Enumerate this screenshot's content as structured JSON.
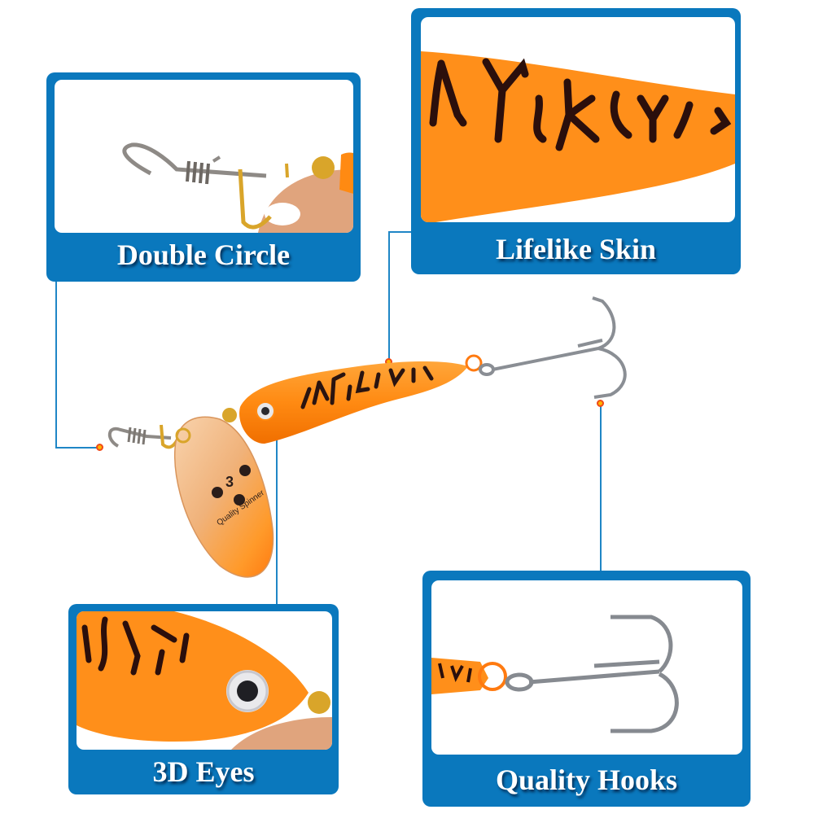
{
  "panels": {
    "double_circle": {
      "label": "Double Circle",
      "feature": "snap swivel with double-circle clip"
    },
    "lifelike_skin": {
      "label": "Lifelike Skin",
      "feature": "orange body with black tiger stripes"
    },
    "eyes_3d": {
      "label": "3D Eyes",
      "feature": "3D eye on lure head"
    },
    "quality_hooks": {
      "label": "Quality Hooks",
      "feature": "treble hook with split ring"
    }
  },
  "lure": {
    "blade_number": "3",
    "blade_text": "Quality Spinner"
  },
  "colors": {
    "panel_blue": "#0a78bd",
    "connector_line": "#1f86c6",
    "dot_fill": "#ffb300",
    "dot_outline": "#f04a17",
    "lure_orange": "#ff8a12",
    "blade_copper": "#f2b07a"
  }
}
